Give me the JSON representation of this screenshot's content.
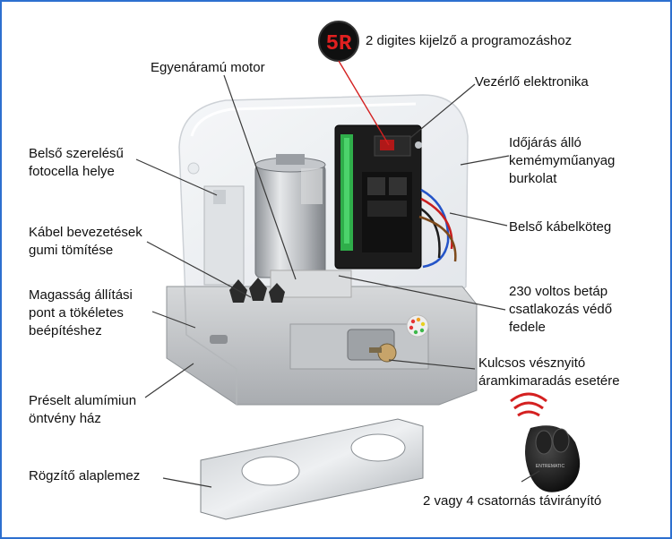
{
  "display_readout": "5R",
  "labels": {
    "display": "2 digites kijelző a programozáshoz",
    "motor": "Egyenáramú motor",
    "electronics": "Vezérlő elektronika",
    "photocell_line1": "Belső szerelésű",
    "photocell_line2": "fotocella helye",
    "housing_line1": "Időjárás álló",
    "housing_line2": "kemémyműanyag",
    "housing_line3": "burkolat",
    "cable_entry_line1": "Kábel bevezetések",
    "cable_entry_line2": "gumi tömítése",
    "wiring": "Belső kábelköteg",
    "height_line1": "Magasság állítási",
    "height_line2": "pont a tökéletes",
    "height_line3": "beépítéshez",
    "power_line1": "230 voltos betáp",
    "power_line2": "csatlakozás védő",
    "power_line3": "fedele",
    "key_line1": "Kulcsos vésznyitó",
    "key_line2": "áramkimaradás esetére",
    "casting_line1": "Préselt alumímiun",
    "casting_line2": "öntvény ház",
    "baseplate": "Rögzítő alaplemez",
    "remote": "2 vagy 4 csatornás távirányító",
    "remote_brand": "ENTREMATIC"
  },
  "colors": {
    "frame": "#2d6fcf",
    "leader": "#3a3a3a",
    "leader_red": "#d42020",
    "display_red": "#e02020"
  }
}
